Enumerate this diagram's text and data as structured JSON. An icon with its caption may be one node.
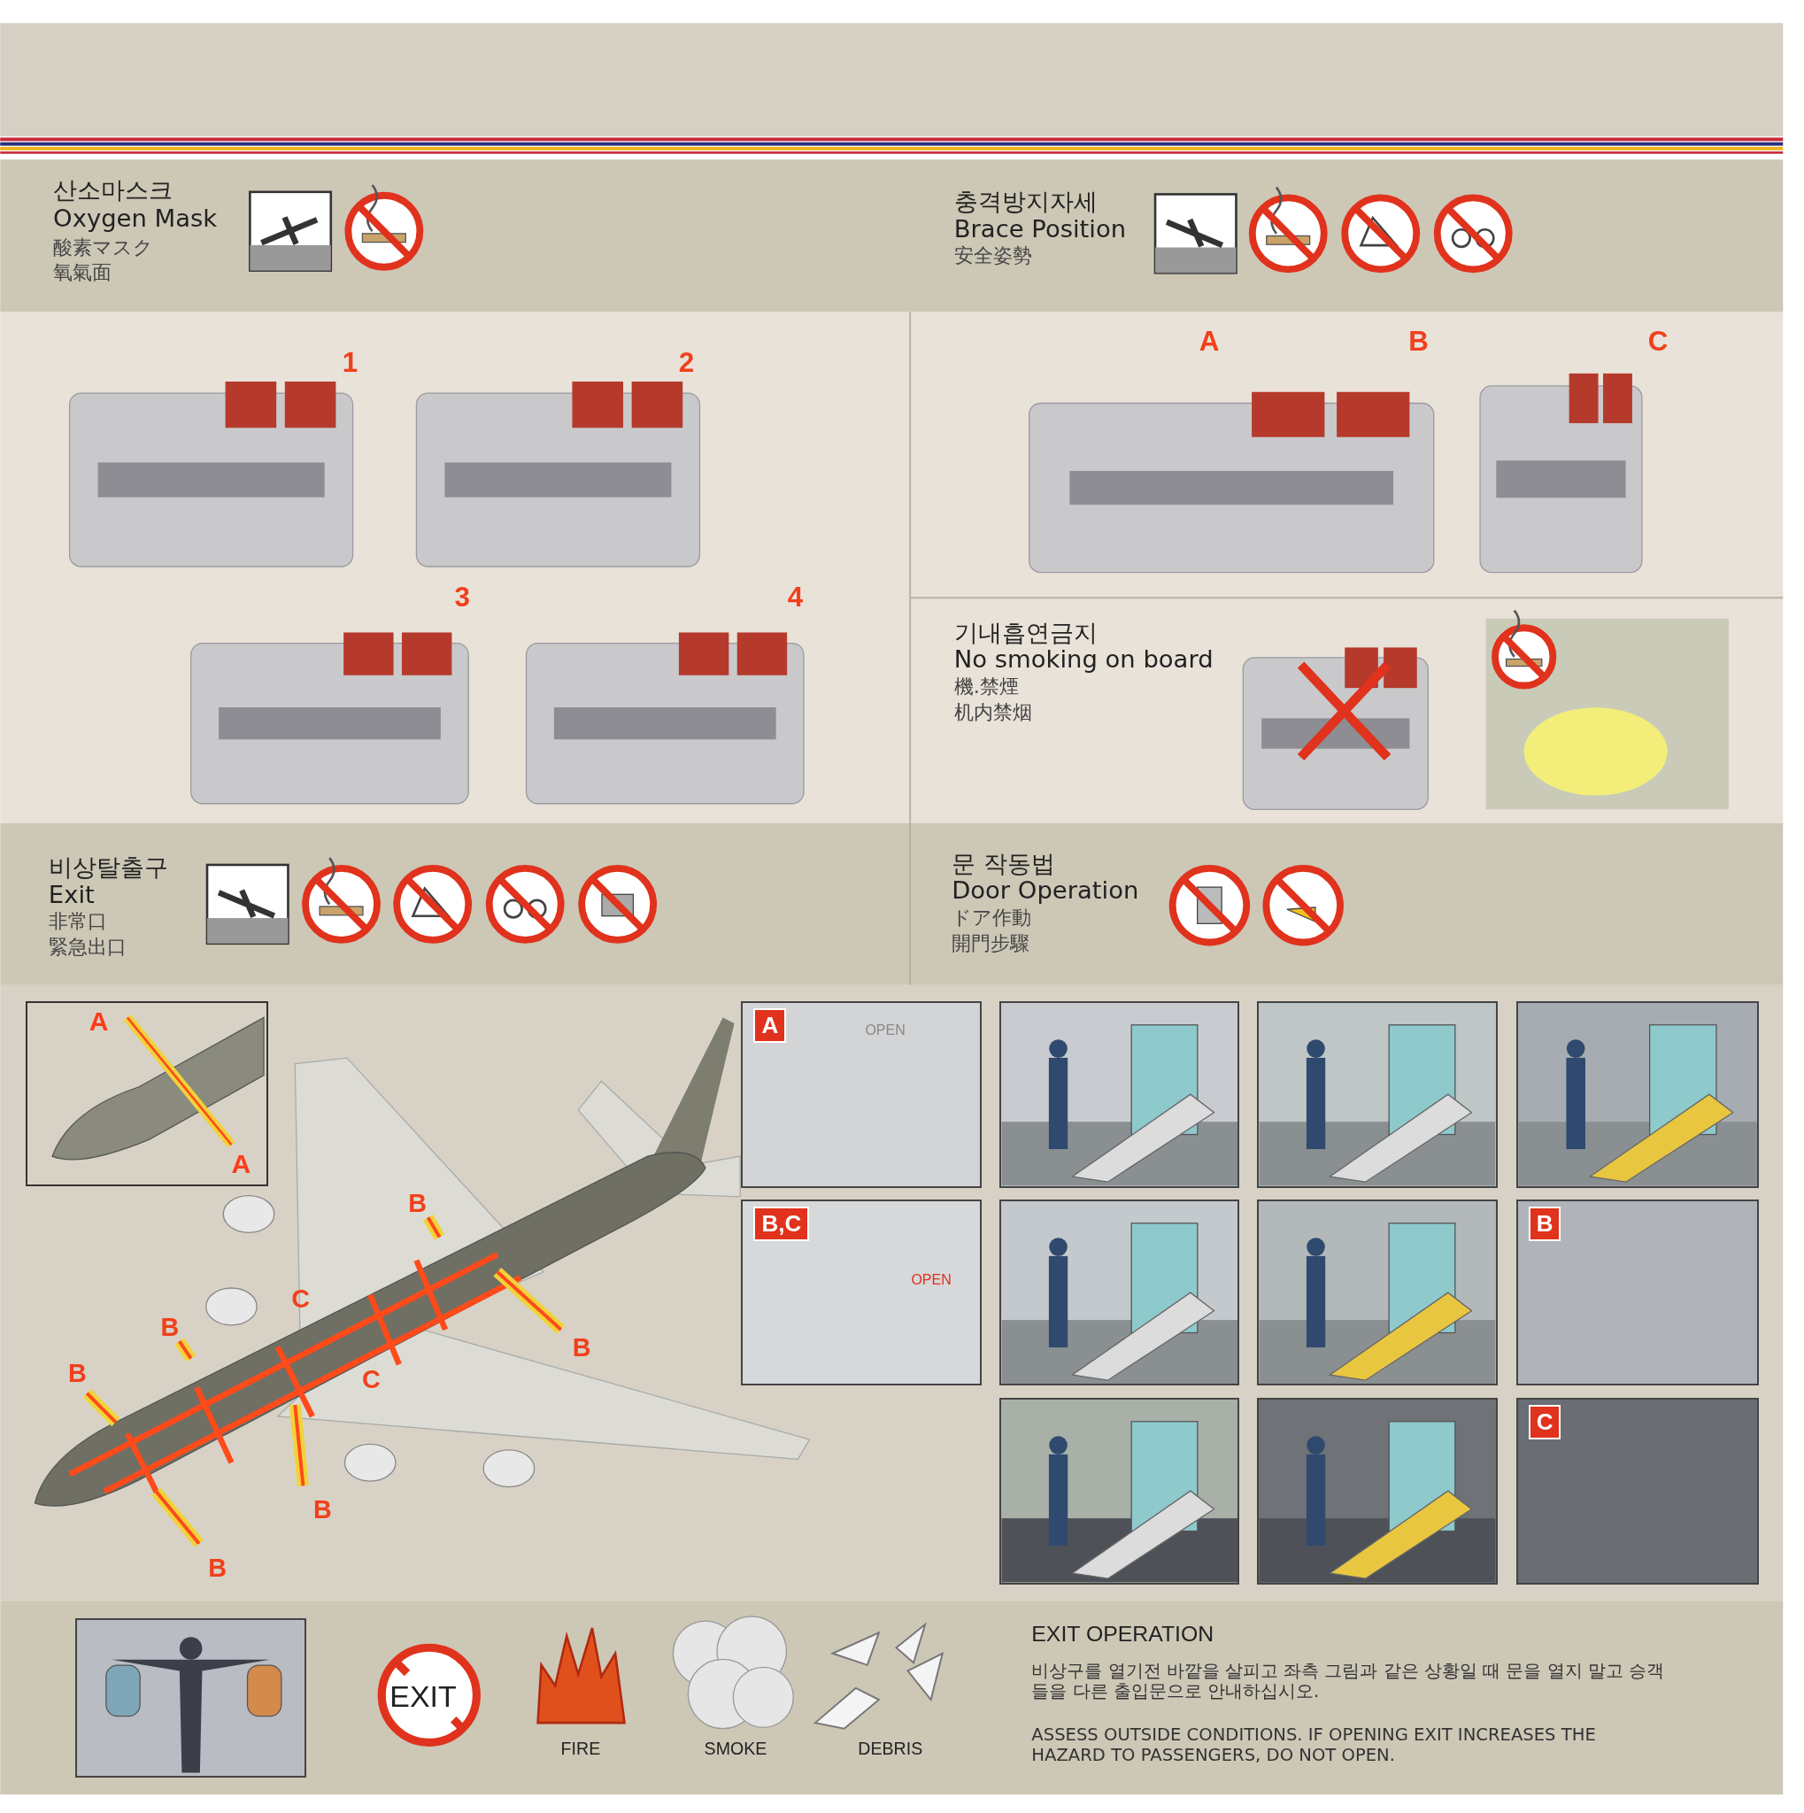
{
  "diagram": {
    "nodes": [
      {
        "text": [
          "A",
          "A"
        ]
      },
      {
        "text": [
          "A",
          "OPEN"
        ]
      },
      {
        "text": [],
        "shape": "picture"
      },
      {
        "text": [],
        "shape": "picture"
      },
      {
        "text": [],
        "shape": "picture"
      },
      {
        "text": [
          "B,C",
          "OPEN"
        ]
      },
      {
        "text": [],
        "shape": "picture"
      },
      {
        "text": [],
        "shape": "picture"
      },
      {
        "text": [
          "B"
        ]
      },
      {
        "text": [],
        "shape": "picture"
      },
      {
        "text": [],
        "shape": "picture"
      },
      {
        "text": [
          "C"
        ]
      },
      {
        "text": [],
        "shape": "picture"
      }
    ],
    "labels": [
      "산소마스크",
      "Oxygen Mask",
      "酸素マスク",
      "氧氣面",
      "충격방지자세",
      "Brace Position",
      "安全姿勢",
      "1",
      "2",
      "A",
      "B",
      "C",
      "3",
      "4",
      "기내흡연금지",
      "No smoking on board",
      "機.禁煙",
      "机内禁烟",
      "비상탈출구",
      "Exit",
      "非常口",
      "緊急出口",
      "문 작동법",
      "Door Operation",
      "ドア作動",
      "開門步驟",
      "B",
      "C",
      "B",
      "C",
      "B",
      "B",
      "B",
      "B",
      "EXIT",
      "FIRE",
      "SMOKE",
      "DEBRIS",
      "EXIT OPERATION",
      "비상구를 열기전 바깥을 살피고 좌측 그림과 같은 상황일 때 문을 열지 말고 승객들을 다른 출입문으로 안내하십시오.",
      "ASSESS OUTSIDE CONDITIONS. IF OPENING EXIT INCREASES THE HAZARD TO PASSENGERS, DO NOT OPEN."
    ]
  }
}
